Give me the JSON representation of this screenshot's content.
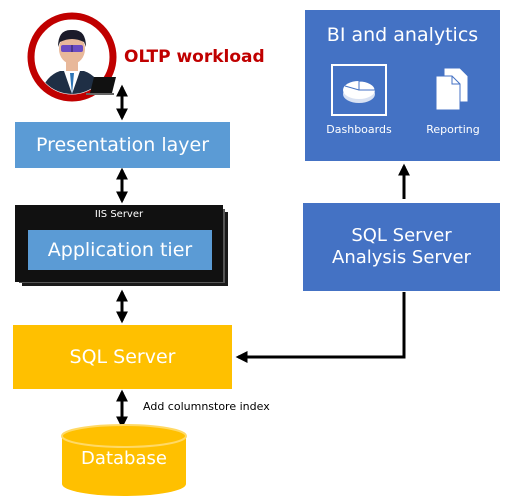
{
  "oltp": {
    "label": "OLTP workload"
  },
  "presentation": {
    "label": "Presentation layer"
  },
  "iis": {
    "label": "IIS Server",
    "app_label": "Application tier"
  },
  "sql": {
    "label": "SQL Server",
    "note": "Add columnstore index"
  },
  "database": {
    "label": "Database"
  },
  "bi": {
    "title": "BI and analytics",
    "dashboards": "Dashboards",
    "reporting": "Reporting"
  },
  "ssas": {
    "line1": "SQL Server",
    "line2": "Analysis Server"
  },
  "colors": {
    "light_blue": "#5b9bd5",
    "dark_blue": "#4472c4",
    "gold": "#ffc000",
    "red": "#c00000"
  }
}
